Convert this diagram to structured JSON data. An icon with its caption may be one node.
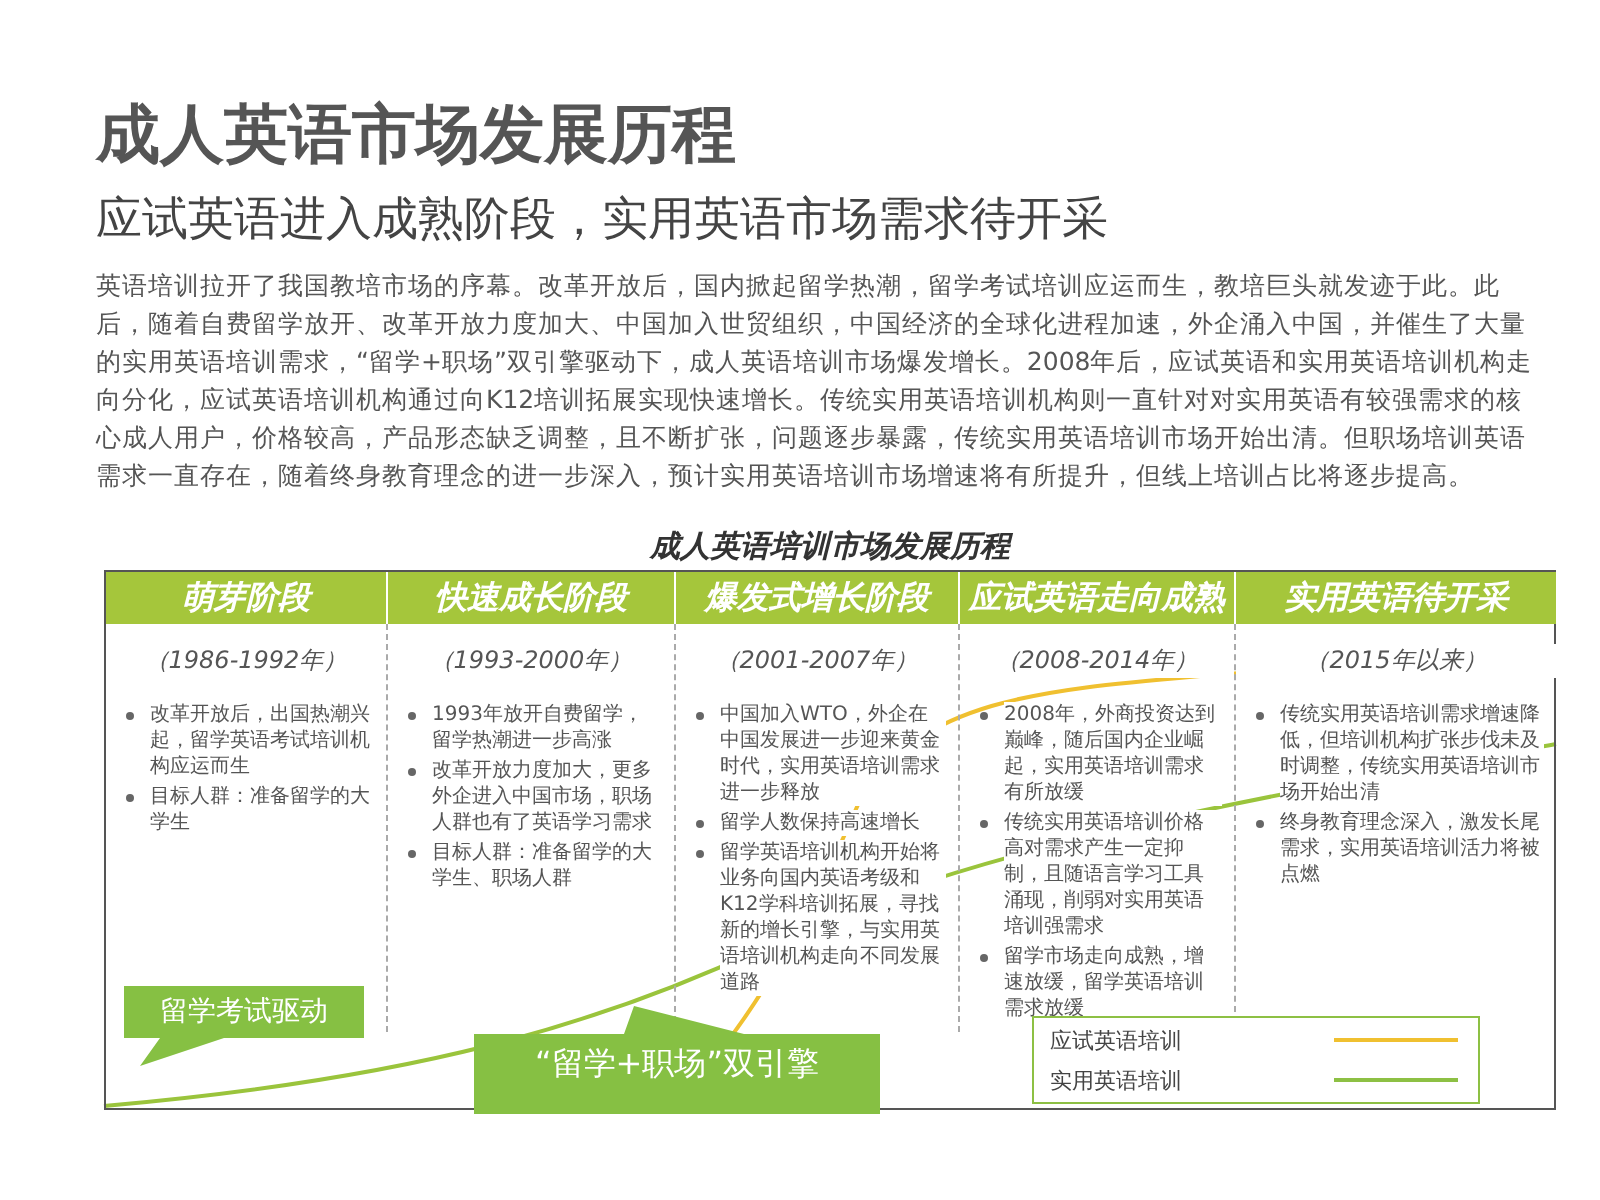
{
  "diagram": {
    "title": "成人英语市场发展历程",
    "nodes": [
      {
        "text": [
          "成人英语培训市场发展历程"
        ]
      },
      {
        "text": [
          "萌芽阶段",
          "（1986-1992年）",
          "改革开放后，出国热潮兴起，留学英语考试培训机构应运而生",
          "目标人群：准备留学的大学生"
        ],
        "in": 0
      },
      {
        "text": [
          "快速成长阶段",
          "（1993-2000年）",
          "1993年放开自费留学，留学热潮进一步高涨",
          "改革开放力度加大，更多外企进入中国市场，职场人群也有了英语学习需求",
          "目标人群：准备留学的大学生、职场人群"
        ],
        "in": 0
      },
      {
        "text": [
          "爆发式增长阶段",
          "（2001-2007年）",
          "中国加入WTO，外企在中国发展进一步迎来黄金时代，实用英语培训需求进一步释放",
          "留学人数保持高速增长",
          "留学英语培训机构开始将业务向国内英语考级和K12学科培训拓展，寻找新的增长引擎，与实用英语培训机构走向不同发展道路"
        ],
        "in": 0
      },
      {
        "text": [
          "应试英语走向成熟",
          "（2008-2014年）",
          "2008年，外商投资达到巅峰，随后国内企业崛起，实用英语培训需求有所放缓",
          "传统实用英语培训价格高对需求产生一定抑制，且随语言学习工具涌现，削弱对实用英语培训强需求",
          "留学市场走向成熟，增速放缓，留学英语培训需求放缓"
        ],
        "in": 0
      },
      {
        "text": [
          "实用英语待开采",
          "（2015年以来）",
          "传统实用英语培训需求增速降低，但培训机构扩张步伐未及时调整，传统实用英语培训市场开始出清",
          "终身教育理念深入，激发长尾需求，实用英语培训活力将被点燃"
        ],
        "in": 0
      },
      {
        "text": [
          "留学考试驱动"
        ],
        "in": 0
      },
      {
        "text": [
          "“留学+职场”双引擎"
        ],
        "in": 0
      }
    ],
    "edges": [],
    "labels": [
      "应试英语进入成熟阶段，实用英语市场需求待开采",
      "英语培训拉开了我国教培市场的序幕。改革开放后，国内掀起留学热潮，留学考试培训应运而生，教培巨头就发迹于此。此后，随着自费留学放开、改革开放力度加大、中国加入世贸组织，中国经济的全球化进程加速，外企涌入中国，并催生了大量的实用英语培训需求，“留学+职场”双引擎驱动下，成人英语培训市场爆发增长。2008年后，应试英语和实用英语培训机构走向分化，应试英语培训机构通过向K12培训拓展实现快速增长。传统实用英语培训机构则一直针对对实用英语有较强需求的核心成人用户，价格较高，产品形态缺乏调整，且不断扩张，问题逐步暴露，传统实用英语培训市场开始出清。但职场培训英语需求一直存在，随着终身教育理念的进一步深入，预计实用英语培训市场增速将有所提升，但线上培训占比将逐步提高。"
    ],
    "legend": [
      {
        "text": "应试英语培训"
      },
      {
        "text": "实用英语培训"
      }
    ]
  }
}
